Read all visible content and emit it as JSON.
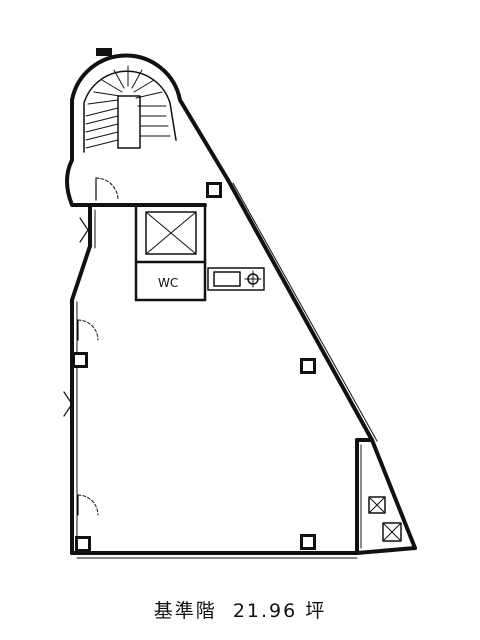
{
  "plan": {
    "wc_label": "WC"
  },
  "caption": {
    "floor": "基準階",
    "area": "21.96",
    "unit": "坪"
  }
}
